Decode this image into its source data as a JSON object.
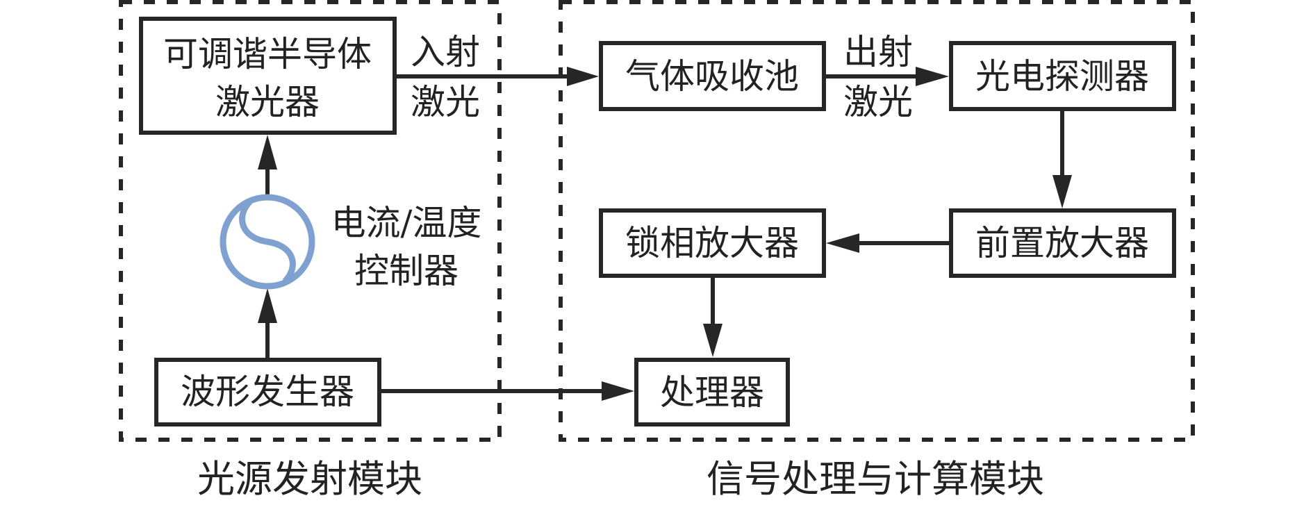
{
  "modules": {
    "light_source": {
      "caption": "光源发射模块"
    },
    "signal_processing": {
      "caption": "信号处理与计算模块"
    }
  },
  "blocks": {
    "laser": {
      "line1": "可调谐半导体",
      "line2": "激光器"
    },
    "controller": {
      "line1": "电流/温度",
      "line2": "控制器"
    },
    "waveform_generator": {
      "label": "波形发生器"
    },
    "gas_cell": {
      "label": "气体吸收池"
    },
    "photodetector": {
      "label": "光电探测器"
    },
    "preamplifier": {
      "label": "前置放大器"
    },
    "lockin_amplifier": {
      "label": "锁相放大器"
    },
    "processor": {
      "label": "处理器"
    }
  },
  "edge_labels": {
    "incident_laser": {
      "line1": "入射",
      "line2": "激光"
    },
    "outgoing_laser": {
      "line1": "出射",
      "line2": "激光"
    }
  },
  "colors": {
    "line": "#262626",
    "controller_icon": "#7fa1d0"
  }
}
